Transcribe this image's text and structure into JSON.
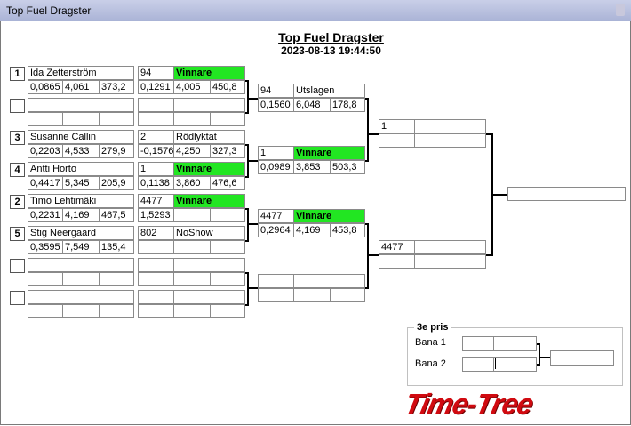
{
  "window": {
    "title": "Top Fuel Dragster"
  },
  "header": {
    "title": "Top Fuel Dragster",
    "datetime": "2023-08-13 19:44:50"
  },
  "round1": [
    {
      "seed": "1",
      "name": "Ida Zetterström",
      "r": "0,0865",
      "t": "4,061",
      "s": "373,2",
      "num": "94",
      "status": "Vinnare",
      "status_win": true,
      "r2": "0,1291",
      "t2": "4,005",
      "s2": "450,8"
    },
    {
      "seed": "",
      "name": "",
      "r": "",
      "t": "",
      "s": "",
      "num": "",
      "status": "",
      "status_win": false,
      "r2": "",
      "t2": "",
      "s2": ""
    },
    {
      "seed": "3",
      "name": "Susanne Callin",
      "r": "0,2203",
      "t": "4,533",
      "s": "279,9",
      "num": "2",
      "status": "Rödlyktat",
      "status_win": false,
      "r2": "-0,1576",
      "t2": "4,250",
      "s2": "327,3"
    },
    {
      "seed": "4",
      "name": "Antti Horto",
      "r": "0,4417",
      "t": "5,345",
      "s": "205,9",
      "num": "1",
      "status": "Vinnare",
      "status_win": true,
      "r2": "0,1138",
      "t2": "3,860",
      "s2": "476,6"
    },
    {
      "seed": "2",
      "name": "Timo Lehtimäki",
      "r": "0,2231",
      "t": "4,169",
      "s": "467,5",
      "num": "4477",
      "status": "Vinnare",
      "status_win": true,
      "r2": "1,5293",
      "t2": "",
      "s2": ""
    },
    {
      "seed": "5",
      "name": "Stig Neergaard",
      "r": "0,3595",
      "t": "7,549",
      "s": "135,4",
      "num": "802",
      "status": "NoShow",
      "status_win": false,
      "r2": "",
      "t2": "",
      "s2": ""
    },
    {
      "seed": "",
      "name": "",
      "r": "",
      "t": "",
      "s": "",
      "num": "",
      "status": "",
      "status_win": false,
      "r2": "",
      "t2": "",
      "s2": ""
    },
    {
      "seed": "",
      "name": "",
      "r": "",
      "t": "",
      "s": "",
      "num": "",
      "status": "",
      "status_win": false,
      "r2": "",
      "t2": "",
      "s2": ""
    }
  ],
  "round2": [
    {
      "num": "94",
      "status": "Utslagen",
      "status_win": false,
      "r": "0,1560",
      "t": "6,048",
      "s": "178,8"
    },
    {
      "num": "1",
      "status": "Vinnare",
      "status_win": true,
      "r": "0,0989",
      "t": "3,853",
      "s": "503,3"
    },
    {
      "num": "4477",
      "status": "Vinnare",
      "status_win": true,
      "r": "0,2964",
      "t": "4,169",
      "s": "453,8"
    },
    {
      "num": "",
      "status": "",
      "status_win": false,
      "r": "",
      "t": "",
      "s": ""
    }
  ],
  "round3": [
    {
      "num": "1",
      "status": "",
      "r": "",
      "t": "",
      "s": ""
    },
    {
      "num": "4477",
      "status": "",
      "r": "",
      "t": "",
      "s": ""
    }
  ],
  "final": {
    "value": ""
  },
  "third_place": {
    "legend": "3e pris",
    "lane1_label": "Bana 1",
    "lane2_label": "Bana 2",
    "lane1_a": "",
    "lane1_b": "",
    "lane2_a": "",
    "lane2_b": "",
    "result": ""
  },
  "logo": {
    "text": "Time-Tree"
  }
}
